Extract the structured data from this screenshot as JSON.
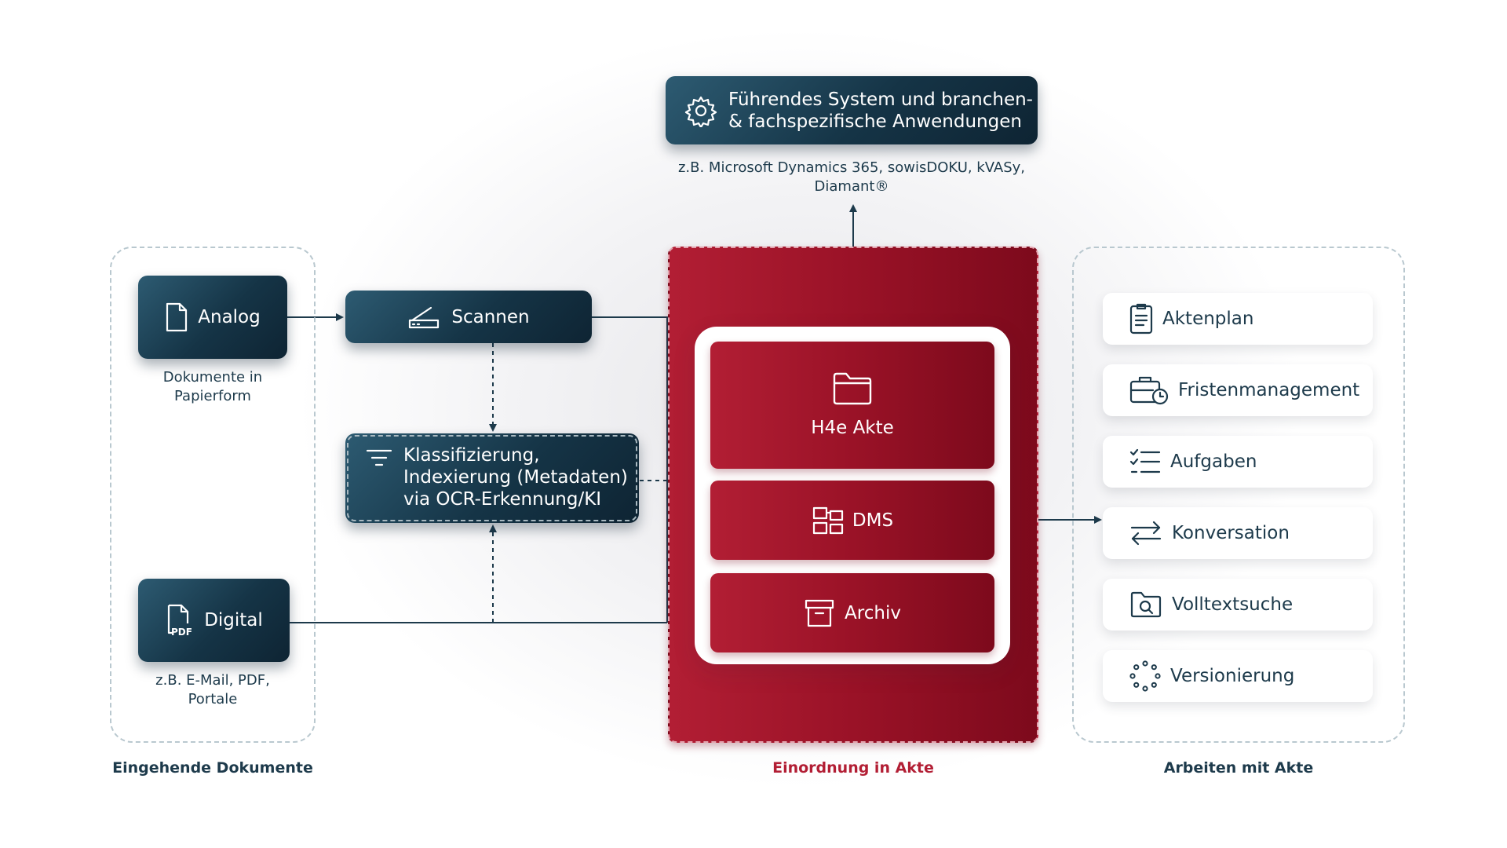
{
  "top_system": {
    "title_line1": "Führendes System und branchen-",
    "title_line2": "& fachspezifische Anwendungen",
    "caption_line1": "z.B. Microsoft Dynamics 365, sowisDOKU, kVASy,",
    "caption_line2": "Diamant®",
    "icon": "gear-icon"
  },
  "incoming": {
    "group_label": "Eingehende Dokumente",
    "analog": {
      "label": "Analog",
      "caption_line1": "Dokumente in",
      "caption_line2": "Papierform",
      "icon": "document-icon"
    },
    "digital": {
      "label": "Digital",
      "caption_line1": "z.B. E-Mail, PDF,",
      "caption_line2": "Portale",
      "icon": "pdf-icon"
    }
  },
  "process": {
    "scan": {
      "label": "Scannen",
      "icon": "scanner-icon"
    },
    "classify": {
      "line1": "Klassifizierung,",
      "line2": "Indexierung (Metadaten)",
      "line3": "via OCR-Erkennung/KI",
      "icon": "filter-icon"
    }
  },
  "filing": {
    "group_label": "Einordnung in Akte",
    "blocks": [
      {
        "label": "H4e Akte",
        "icon": "folder-icon"
      },
      {
        "label": "DMS",
        "icon": "dms-icon"
      },
      {
        "label": "Archiv",
        "icon": "archive-box-icon"
      }
    ]
  },
  "working": {
    "group_label": "Arbeiten mit Akte",
    "items": [
      {
        "label": "Aktenplan",
        "icon": "file-plan-icon"
      },
      {
        "label": "Fristenmanagement",
        "icon": "briefcase-clock-icon"
      },
      {
        "label": "Aufgaben",
        "icon": "checklist-icon"
      },
      {
        "label": "Konversation",
        "icon": "exchange-arrows-icon"
      },
      {
        "label": "Volltextsuche",
        "icon": "folder-search-icon"
      },
      {
        "label": "Versionierung",
        "icon": "dots-circle-icon"
      }
    ]
  },
  "colors": {
    "dark_teal": "#153446",
    "brand_red": "#9a1227",
    "red_label": "#b21e34",
    "text": "#1d3a4b"
  }
}
